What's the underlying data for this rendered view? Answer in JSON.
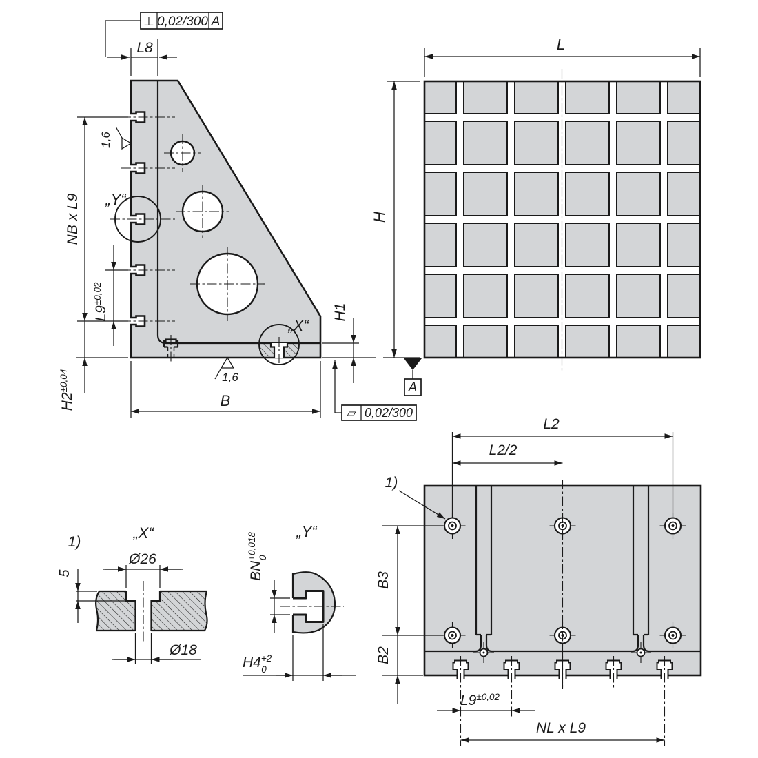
{
  "colors": {
    "plate_fill": "#d3d5d7",
    "line": "#1a1a1a",
    "background": "#ffffff"
  },
  "tolerance_frames": {
    "perpendicularity": {
      "symbol": "⊥",
      "value": "0,02/300",
      "datum": "A"
    },
    "flatness": {
      "symbol": "▱",
      "value": "0,02/300"
    },
    "datum_label": "A"
  },
  "side_view": {
    "l8": "L8",
    "nb_x_l9": "NB x L9",
    "l9": "L9",
    "l9_tol": "±0,02",
    "h2": "H2",
    "h2_tol": "±0,04",
    "b": "B",
    "h1": "H1",
    "roughness": "1,6",
    "detail_x_ref": "„X“",
    "detail_y_ref": "„Y“"
  },
  "front_view": {
    "l": "L",
    "h": "H"
  },
  "bottom_view": {
    "l2": "L2",
    "l2_half": "L2/2",
    "b3": "B3",
    "b2": "B2",
    "l9": "L9",
    "l9_tol": "±0,02",
    "nl_x_l9": "NL x L9",
    "footnote": "1)"
  },
  "detail_x": {
    "footnote": "1)",
    "title": "„X“",
    "counterbore_dia": "Ø26",
    "counterbore_depth": "5",
    "hole_dia": "Ø18"
  },
  "detail_y": {
    "title": "„Y“",
    "slot_width": "BN",
    "slot_width_tol_upper": "+0,018",
    "slot_width_tol_lower": "0",
    "slot_depth": "H4",
    "slot_depth_tol_upper": "+2",
    "slot_depth_tol_lower": "0"
  }
}
